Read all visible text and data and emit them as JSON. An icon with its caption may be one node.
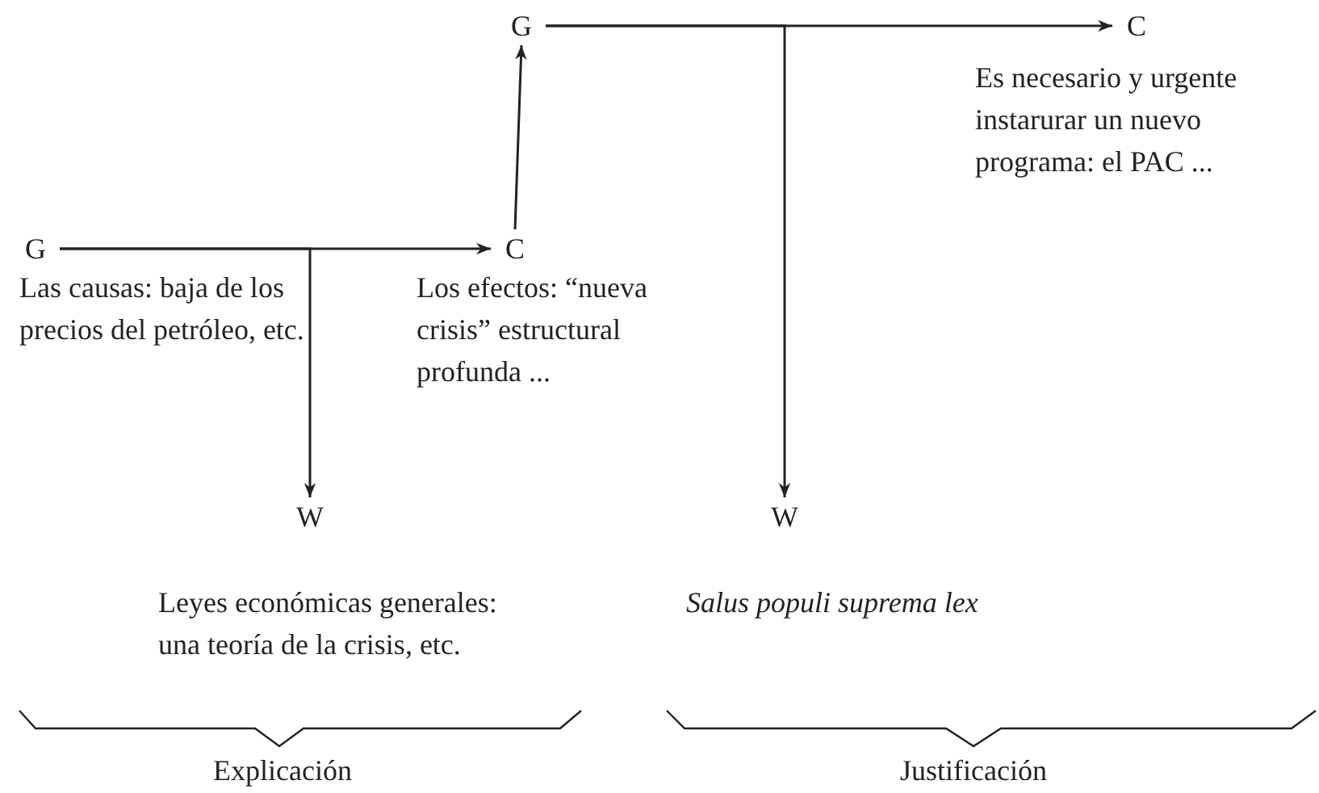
{
  "diagram": {
    "nodes": [
      {
        "text": [
          "G"
        ],
        "beside": [
          "Las causas: baja de los precios del petróleo, etc."
        ]
      },
      {
        "text": [
          "C"
        ],
        "beside": [
          "Los efectos: “nueva crisis” estructural profunda ..."
        ]
      },
      {
        "text": [
          "W"
        ],
        "beside": [
          "Leyes económicas generales: una teoría de la crisis, etc."
        ]
      },
      {
        "text": [
          "G"
        ]
      },
      {
        "text": [
          "C"
        ],
        "beside": [
          "Es necesario y urgente instarurar un nuevo programa: el PAC ..."
        ]
      },
      {
        "text": [
          "W"
        ],
        "beside": [
          "Salus populi suprema lex"
        ]
      }
    ],
    "edges": [
      {
        "from": 0,
        "to": 1,
        "arrow": "to"
      },
      {
        "from": 0,
        "to": 2,
        "arrow": "to"
      },
      {
        "from": 1,
        "to": 3,
        "arrow": "to"
      },
      {
        "from": 3,
        "to": 4,
        "arrow": "to"
      },
      {
        "from": 3,
        "to": 5,
        "arrow": "to"
      }
    ],
    "labels": [
      "Explicación",
      "Justificación"
    ]
  }
}
